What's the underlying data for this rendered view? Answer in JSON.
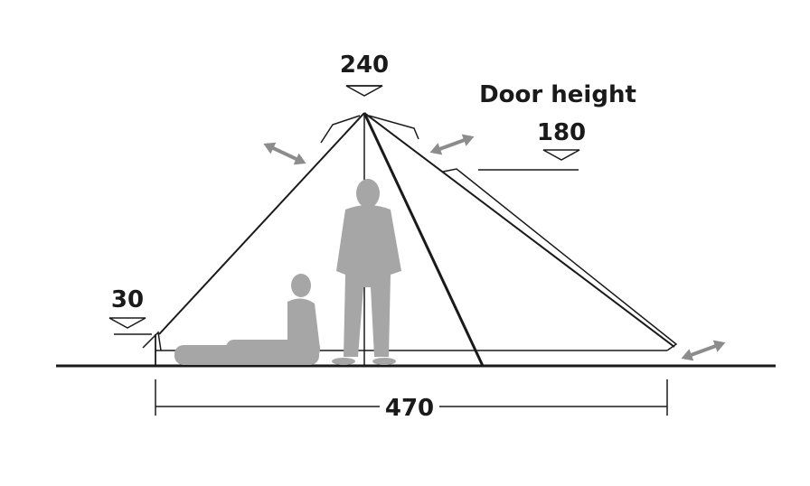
{
  "labels": {
    "peak_height": "240",
    "door_label": "Door height",
    "door_height": "180",
    "wall_height": "30",
    "length": "470"
  },
  "colors": {
    "line": "#1a1a1a",
    "figure": "#a6a6a6",
    "arrow": "#8c8c8c"
  }
}
